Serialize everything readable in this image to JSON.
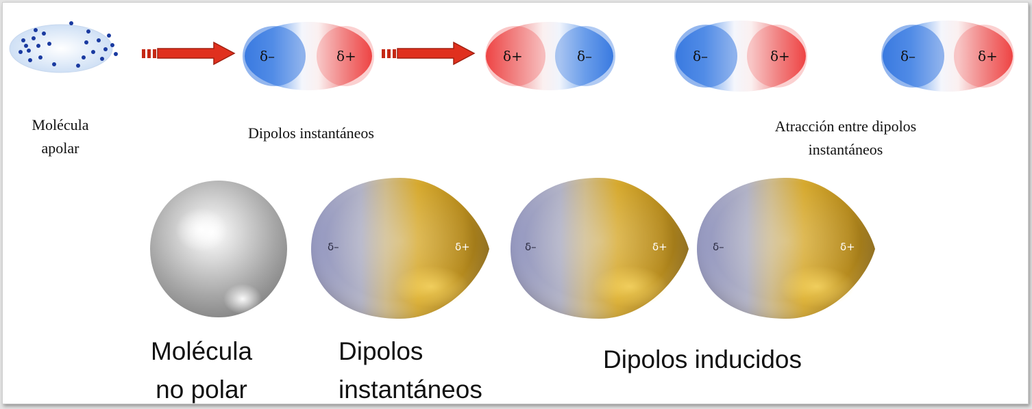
{
  "top_row": {
    "label_apolar": "Molécula\napolar",
    "label_dipolos": "Dipolos instantáneos",
    "label_atraccion": "Atracción entre dipolos\ninstantáneos",
    "dipole1": {
      "left": "δ–",
      "right": "δ+"
    },
    "dipole2": {
      "left": "δ+",
      "right": "δ–"
    },
    "dipole3": {
      "left": "δ–",
      "right": "δ+"
    },
    "dipole4": {
      "left": "δ–",
      "right": "δ+"
    }
  },
  "bottom_row": {
    "label_no_polar": "Molécula\nno polar",
    "label_instantaneos": "Dipolos\ninstantáneos",
    "label_inducidos": "Dipolos inducidos",
    "egg1": {
      "left": "δ–",
      "right": "δ+"
    },
    "egg2": {
      "left": "δ–",
      "right": "δ+"
    },
    "egg3": {
      "left": "δ–",
      "right": "δ+"
    }
  },
  "colors": {
    "negative": "#3f7fe0",
    "positive": "#ee4a4a",
    "arrow": "#e0301e",
    "electron_dot": "#1a3aa0",
    "egg_blue": "#9a9ec4",
    "egg_gold": "#c99a20"
  }
}
